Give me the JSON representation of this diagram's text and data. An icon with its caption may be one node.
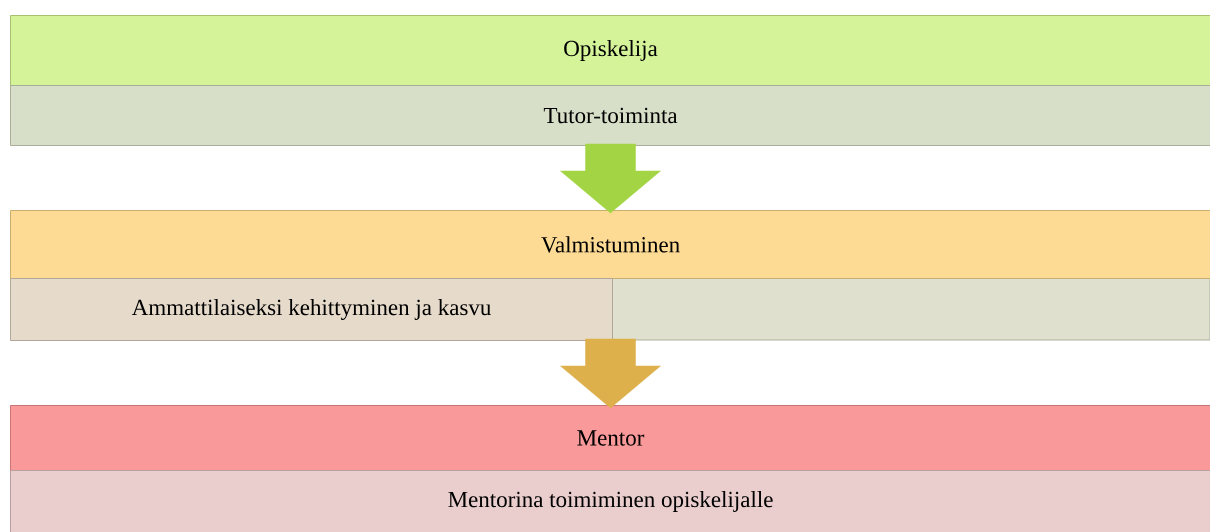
{
  "diagram": {
    "nodes": [
      {
        "text": [
          "Opiskelija"
        ]
      },
      {
        "text": [
          "Tutor-toiminta"
        ]
      },
      {
        "text": [
          "Valmistuminen"
        ]
      },
      {
        "text": [
          "Ammattilaiseksi kehittyminen ja kasvu"
        ]
      },
      {
        "text": [
          "Mentor"
        ]
      },
      {
        "text": [
          "Mentorina toimiminen opiskelijalle"
        ]
      }
    ],
    "edges": [
      {
        "from": 1,
        "to": 2,
        "arrow": "to",
        "color": "#a3d444"
      },
      {
        "from": 3,
        "to": 4,
        "arrow": "to",
        "color": "#ddb04c"
      }
    ]
  }
}
